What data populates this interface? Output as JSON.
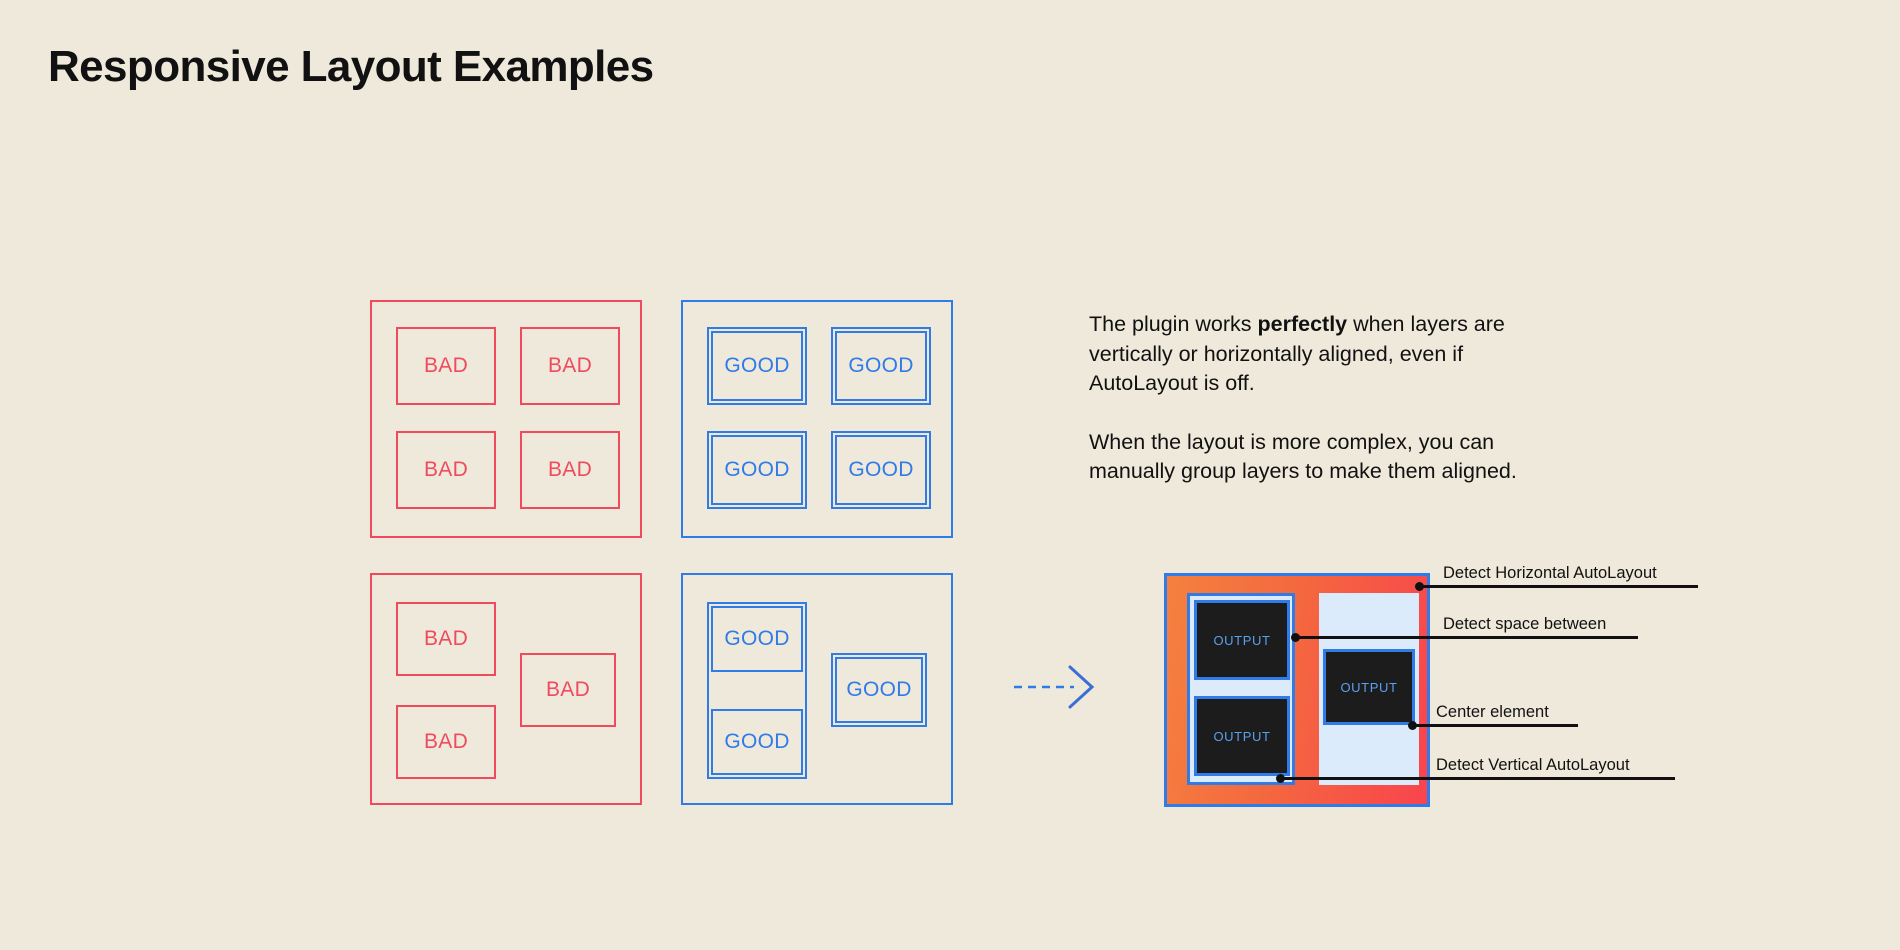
{
  "page": {
    "title": "Responsive Layout Examples",
    "background_color": "#EFE9DC",
    "bad_color": "#F04A5E",
    "good_color": "#2F7BE8",
    "text_color": "#111111"
  },
  "examples": {
    "grid_bad": {
      "label": "bad-grid-panel",
      "cells": [
        {
          "text": "BAD"
        },
        {
          "text": "BAD"
        },
        {
          "text": "BAD"
        },
        {
          "text": "BAD"
        }
      ]
    },
    "grid_good": {
      "label": "good-grid-panel",
      "cells": [
        {
          "text": "GOOD"
        },
        {
          "text": "GOOD"
        },
        {
          "text": "GOOD"
        },
        {
          "text": "GOOD"
        }
      ]
    },
    "complex_bad": {
      "label": "bad-complex-panel",
      "cells": [
        {
          "text": "BAD"
        },
        {
          "text": "BAD"
        },
        {
          "text": "BAD"
        }
      ]
    },
    "complex_good": {
      "label": "good-complex-panel",
      "cells": [
        {
          "text": "GOOD"
        },
        {
          "text": "GOOD"
        },
        {
          "text": "GOOD"
        }
      ]
    }
  },
  "arrow": {
    "icon": "dashed-arrow-right-icon",
    "color": "#2F7BE8"
  },
  "copy": {
    "paragraph_1_before": "The plugin works ",
    "paragraph_1_bold": "perfectly",
    "paragraph_1_after": " when layers are vertically or horizontally aligned, even if AutoLayout is off.",
    "paragraph_2": "When the layout is more complex, you can manually group layers to make them aligned."
  },
  "mock": {
    "frame_gradient_from": "#F4813F",
    "frame_gradient_to": "#F9444E",
    "frame_border_color": "#2F7BE8",
    "panel_color": "#DCEBFB",
    "output_boxes": [
      {
        "text": "OUTPUT"
      },
      {
        "text": "OUTPUT"
      },
      {
        "text": "OUTPUT"
      }
    ],
    "annotations": [
      {
        "text": "Detect Horizontal AutoLayout"
      },
      {
        "text": "Detect space between"
      },
      {
        "text": "Center element"
      },
      {
        "text": "Detect Vertical AutoLayout"
      }
    ]
  }
}
